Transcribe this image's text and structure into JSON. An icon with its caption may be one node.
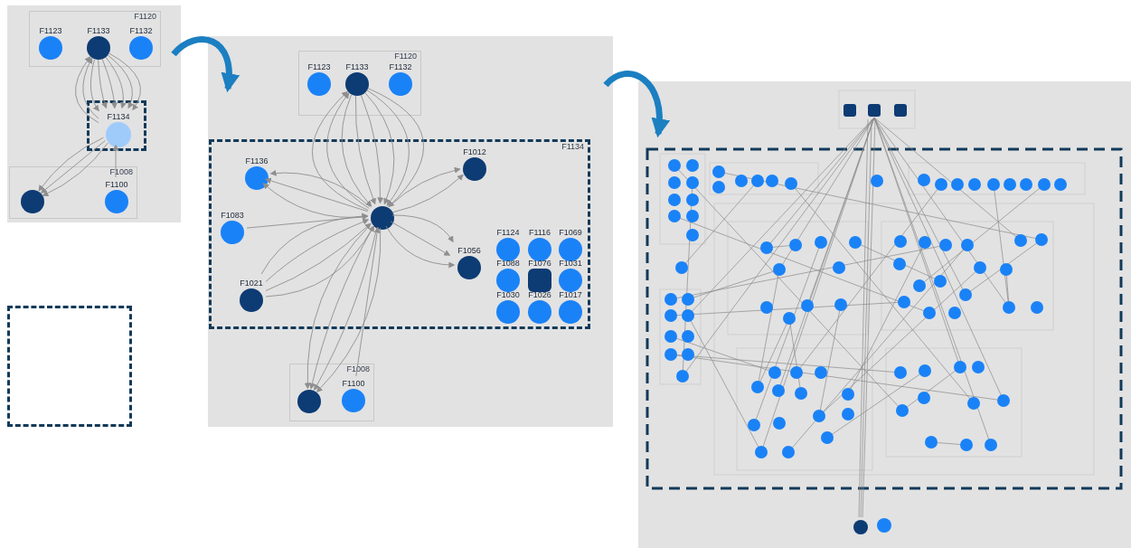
{
  "diagram": {
    "nodes": [
      {
        "text": [],
        "shape": "box"
      },
      {
        "text": [
          "F1120"
        ],
        "in": 0
      },
      {
        "text": [
          "F1123"
        ],
        "in": 1
      },
      {
        "text": [
          "F1133"
        ],
        "in": 1
      },
      {
        "text": [
          "F1132"
        ],
        "in": 1
      },
      {
        "text": [],
        "shape": "box",
        "in": 0
      },
      {
        "text": [
          "F1134"
        ],
        "in": 5
      },
      {
        "text": [
          "F1008"
        ],
        "in": 0
      },
      {
        "text": [],
        "shape": "circle",
        "in": 7
      },
      {
        "text": [
          "F1100"
        ],
        "in": 7
      },
      {
        "text": [],
        "shape": "box"
      },
      {
        "text": [
          "F1120"
        ],
        "in": 10
      },
      {
        "text": [
          "F1123"
        ],
        "in": 11
      },
      {
        "text": [
          "F1133"
        ],
        "in": 11
      },
      {
        "text": [
          "F1132"
        ],
        "in": 11
      },
      {
        "text": [
          "F1134"
        ],
        "in": 10
      },
      {
        "text": [
          "F1136"
        ],
        "in": 15
      },
      {
        "text": [
          "F1012"
        ],
        "in": 15
      },
      {
        "text": [
          "F1083"
        ],
        "in": 15
      },
      {
        "text": [],
        "shape": "circle",
        "in": 15
      },
      {
        "text": [
          "F1021"
        ],
        "in": 15
      },
      {
        "text": [
          "F1056"
        ],
        "in": 15
      },
      {
        "text": [
          "F1124"
        ],
        "in": 15
      },
      {
        "text": [
          "F1116"
        ],
        "in": 15
      },
      {
        "text": [
          "F1069"
        ],
        "in": 15
      },
      {
        "text": [
          "F1088"
        ],
        "in": 15
      },
      {
        "text": [
          "F1076"
        ],
        "in": 15
      },
      {
        "text": [
          "F1031"
        ],
        "in": 15
      },
      {
        "text": [
          "F1030"
        ],
        "in": 15
      },
      {
        "text": [
          "F1026"
        ],
        "in": 15
      },
      {
        "text": [
          "F1017"
        ],
        "in": 15
      },
      {
        "text": [
          "F1008"
        ],
        "in": 10
      },
      {
        "text": [],
        "shape": "circle",
        "in": 31
      },
      {
        "text": [
          "F1100"
        ],
        "in": 31
      },
      {
        "text": [],
        "shape": "picture"
      },
      {
        "text": [],
        "shape": "box"
      }
    ],
    "edges": [
      {
        "from": 0,
        "to": 10,
        "arrow": "to",
        "style": "thick",
        "color": "#1b7fc1"
      },
      {
        "from": 10,
        "to": 34,
        "arrow": "to",
        "style": "thick",
        "color": "#1b7fc1"
      },
      {
        "from": 3,
        "to": 6,
        "arrow": "to"
      },
      {
        "from": 3,
        "to": 6,
        "arrow": "to"
      },
      {
        "from": 3,
        "to": 6,
        "arrow": "to"
      },
      {
        "from": 3,
        "to": 6,
        "arrow": "to"
      },
      {
        "from": 3,
        "to": 6,
        "arrow": "to"
      },
      {
        "from": 3,
        "to": 6,
        "arrow": "to"
      },
      {
        "from": 6,
        "to": 3,
        "arrow": "to"
      },
      {
        "from": 6,
        "to": 3,
        "arrow": "to"
      },
      {
        "from": 6,
        "to": 8,
        "arrow": "to"
      },
      {
        "from": 6,
        "to": 8,
        "arrow": "to"
      },
      {
        "from": 6,
        "to": 8,
        "arrow": "to"
      },
      {
        "from": 9,
        "to": 6,
        "arrow": "to"
      },
      {
        "from": 13,
        "to": 19,
        "arrow": "to"
      },
      {
        "from": 13,
        "to": 19,
        "arrow": "to"
      },
      {
        "from": 13,
        "to": 19,
        "arrow": "to"
      },
      {
        "from": 13,
        "to": 19,
        "arrow": "to"
      },
      {
        "from": 13,
        "to": 19,
        "arrow": "to"
      },
      {
        "from": 13,
        "to": 19,
        "arrow": "to"
      },
      {
        "from": 19,
        "to": 13,
        "arrow": "to"
      },
      {
        "from": 19,
        "to": 13,
        "arrow": "to"
      },
      {
        "from": 19,
        "to": 16,
        "arrow": "to"
      },
      {
        "from": 19,
        "to": 16,
        "arrow": "to"
      },
      {
        "from": 19,
        "to": 16,
        "arrow": "to"
      },
      {
        "from": 19,
        "to": 17,
        "arrow": "to"
      },
      {
        "from": 19,
        "to": 17,
        "arrow": "to"
      },
      {
        "from": 18,
        "to": 19,
        "arrow": "to"
      },
      {
        "from": 20,
        "to": 19,
        "arrow": "to"
      },
      {
        "from": 20,
        "to": 19,
        "arrow": "to"
      },
      {
        "from": 20,
        "to": 19,
        "arrow": "to"
      },
      {
        "from": 20,
        "to": 19,
        "arrow": "to"
      },
      {
        "from": 19,
        "to": 21,
        "arrow": "to"
      },
      {
        "from": 19,
        "to": 21,
        "arrow": "to"
      },
      {
        "from": 19,
        "to": 21,
        "arrow": "to"
      },
      {
        "from": 19,
        "to": 32,
        "arrow": "to"
      },
      {
        "from": 19,
        "to": 32,
        "arrow": "to"
      },
      {
        "from": 19,
        "to": 32,
        "arrow": "to"
      },
      {
        "from": 19,
        "to": 32,
        "arrow": "to"
      },
      {
        "from": 33,
        "to": 19,
        "arrow": "to"
      }
    ]
  }
}
